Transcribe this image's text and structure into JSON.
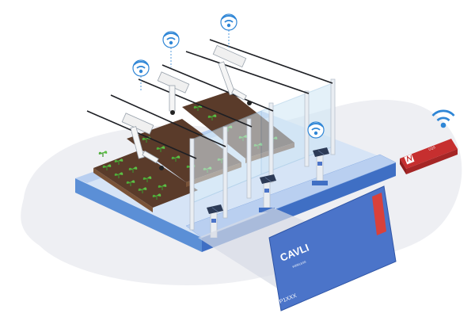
{
  "scene": {
    "description_free": true,
    "colors": {
      "blob": "#eeeff3",
      "platform_top": "#d6e4f6",
      "platform_side": "#5b8fd6",
      "platform_front": "#3f6fc4",
      "soil": "#5a3b2a",
      "soil_edge": "#7a5338",
      "plant": "#4fae3a",
      "glass": "#cfe6f5",
      "post": "#e9edf2",
      "robot": "#f0f0f0",
      "wifi": "#2f86d6",
      "tablet": "#4b74c9",
      "module": "#c62f2f"
    },
    "icons": [
      "wifi-icon",
      "plant-icon",
      "robot-arm-icon",
      "sensor-post-icon",
      "solar-panel-icon",
      "tablet-icon",
      "iot-module-icon"
    ]
  },
  "tablet": {
    "brand": "CAVLI",
    "brand_sub": "WIRELESS",
    "model": "P1XXX"
  },
  "module": {
    "label": "CQS"
  }
}
